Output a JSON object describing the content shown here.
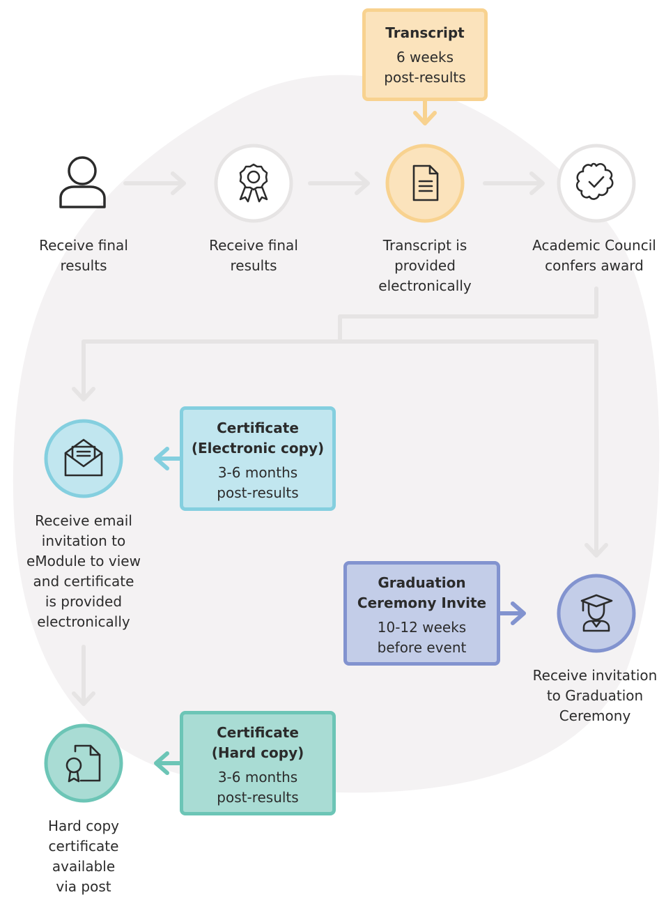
{
  "colors": {
    "blob": "#f4f2f3",
    "connector": "#e6e4e4",
    "transcript": "#f8d28f",
    "transcript_fill": "#fbe3bc",
    "electronic": "#84cfdf",
    "electronic_fill": "#c1e6ef",
    "graduation": "#8293cf",
    "graduation_fill": "#c3cde8",
    "hardcopy": "#6cc5b6",
    "hardcopy_fill": "#a9dcd4",
    "neutral_ring": "#e6e4e4",
    "icon_stroke": "#2b2b2b"
  },
  "boxes": {
    "transcript": {
      "title": "Transcript",
      "sub": "6 weeks\npost-results"
    },
    "electronic": {
      "title": "Certificate\n(Electronic copy)",
      "sub": "3-6 months\npost-results"
    },
    "graduation": {
      "title": "Graduation\nCeremony Invite",
      "sub": "10-12 weeks\nbefore event"
    },
    "hardcopy": {
      "title": "Certificate\n(Hard copy)",
      "sub": "3-6 months\npost-results"
    }
  },
  "steps": {
    "step1": {
      "label": "Receive final\nresults",
      "icon": "user-icon"
    },
    "step2": {
      "label": "Receive final\nresults",
      "icon": "award-ribbon-icon"
    },
    "step3": {
      "label": "Transcript is\nprovided\nelectronically",
      "icon": "document-icon"
    },
    "step4": {
      "label": "Academic Council\nconfers award",
      "icon": "verified-badge-icon"
    },
    "step5": {
      "label": "Receive email\ninvitation to\neModule to view\nand certificate\nis provided\nelectronically",
      "icon": "open-envelope-icon"
    },
    "step6": {
      "label": "Receive invitation\nto Graduation\nCeremony",
      "icon": "graduate-icon"
    },
    "step7": {
      "label": "Hard copy\ncertificate\navailable\nvia post",
      "icon": "certificate-document-icon"
    }
  }
}
